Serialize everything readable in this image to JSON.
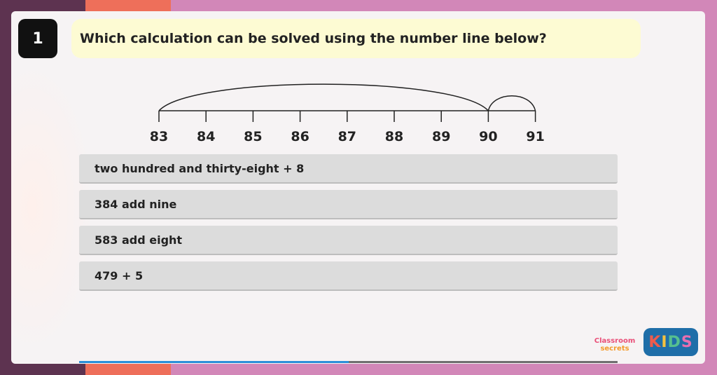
{
  "question": {
    "number": "1",
    "text": "Which calculation can be solved using the number line below?"
  },
  "number_line": {
    "ticks": [
      "83",
      "84",
      "85",
      "86",
      "87",
      "88",
      "89",
      "90",
      "91"
    ],
    "jumps": [
      {
        "from": "83",
        "to": "90"
      },
      {
        "from": "90",
        "to": "91"
      }
    ]
  },
  "answers": [
    "two hundred and thirty-eight + 8",
    "384 add nine",
    "583 add eight",
    "479 + 5"
  ],
  "progress": {
    "fraction": 0.5
  },
  "branding": {
    "classroom_secrets_line1": "Classroom",
    "classroom_secrets_line2": "secrets",
    "kids_letters": [
      "K",
      "I",
      "D",
      "S"
    ]
  },
  "colors": {
    "background_left": "#5d3350",
    "background_orange": "#ee6f5a",
    "background_pink": "#d287b8",
    "question_bubble": "#fdfbd3",
    "answer_button": "#dcdcdc",
    "progress_fill": "#2b8fd8"
  }
}
